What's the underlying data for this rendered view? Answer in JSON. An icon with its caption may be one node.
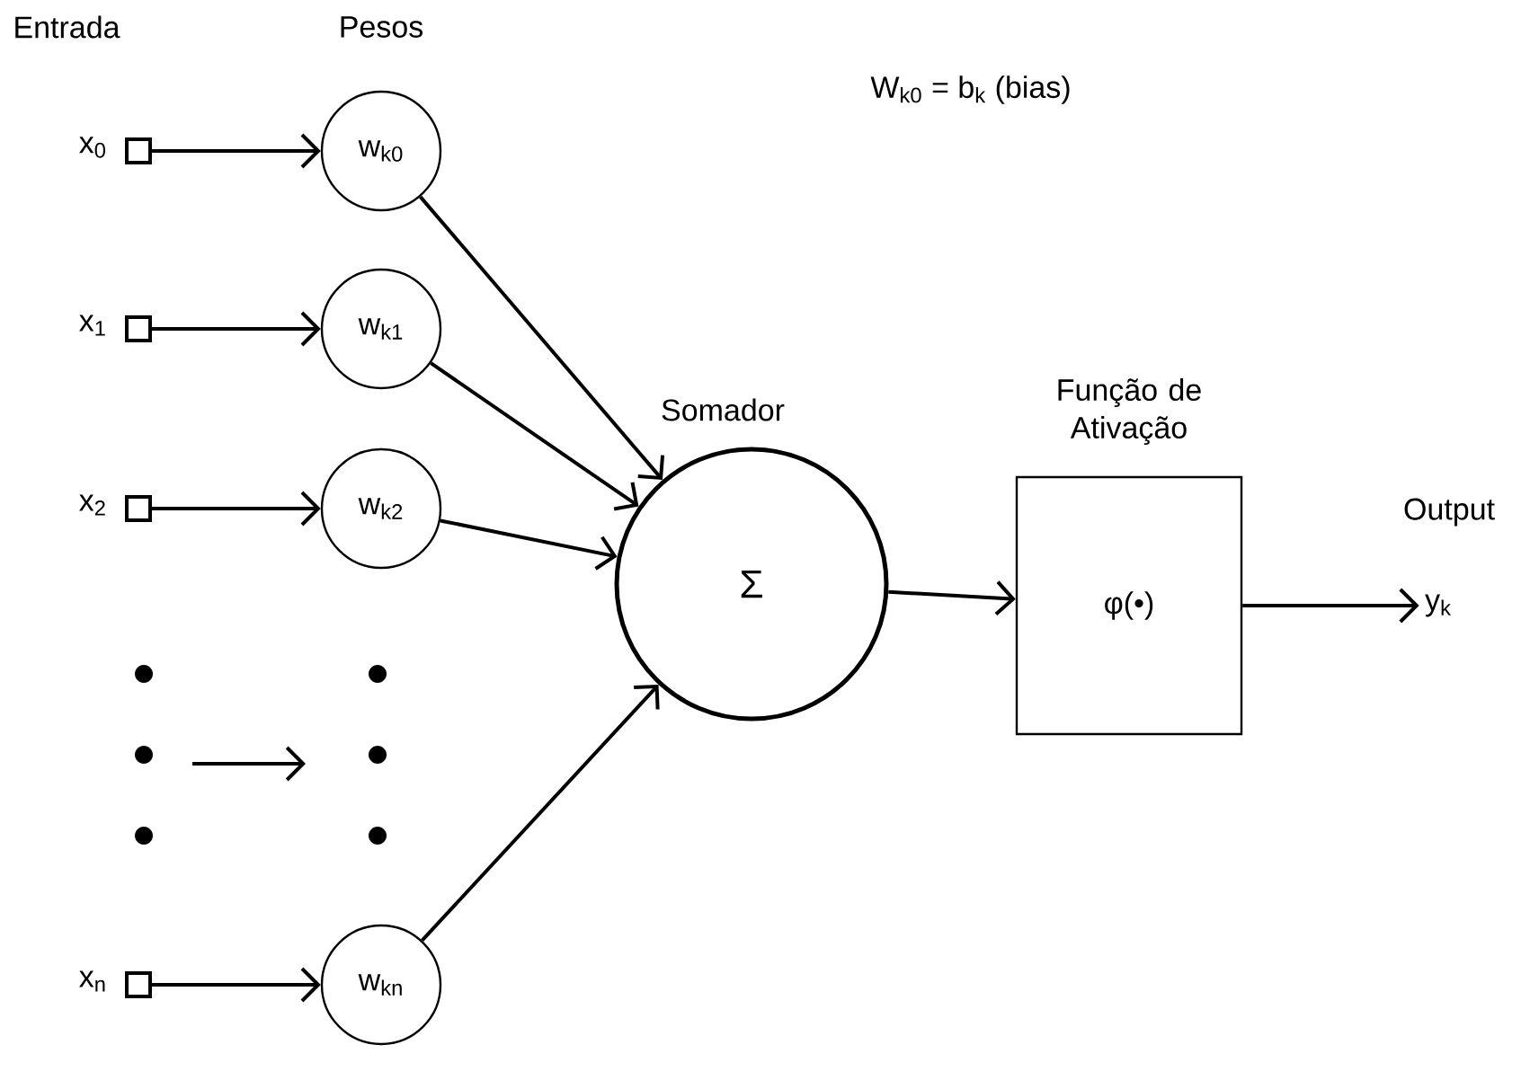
{
  "diagram": {
    "nodes": [
      {
        "text": [],
        "shape": "box",
        "beside": [
          "x$_{0}$"
        ]
      },
      {
        "text": [
          "w$_{k0}$"
        ]
      },
      {
        "text": [],
        "shape": "box",
        "beside": [
          "x$_{1}$"
        ]
      },
      {
        "text": [
          "w$_{k1}$"
        ]
      },
      {
        "text": [],
        "shape": "box",
        "beside": [
          "x$_{2}$"
        ]
      },
      {
        "text": [
          "w$_{k2}$"
        ]
      },
      {
        "text": [],
        "shape": "box",
        "beside": [
          "x$_{n}$"
        ]
      },
      {
        "text": [
          "w$_{kn}$"
        ]
      },
      {
        "text": [
          "Somador",
          "Σ"
        ]
      },
      {
        "text": [
          "Função de Ativação",
          "φ(•)"
        ]
      },
      {
        "text": [
          "Output",
          "y$_{k}$"
        ]
      }
    ],
    "edges": [
      {
        "from": 0,
        "to": 1,
        "arrow": "to"
      },
      {
        "from": 2,
        "to": 3,
        "arrow": "to"
      },
      {
        "from": 4,
        "to": 5,
        "arrow": "to"
      },
      {
        "from": 6,
        "to": 7,
        "arrow": "to"
      },
      {
        "from": 1,
        "to": 8,
        "arrow": "to"
      },
      {
        "from": 3,
        "to": 8,
        "arrow": "to"
      },
      {
        "from": 5,
        "to": 8,
        "arrow": "to"
      },
      {
        "from": 7,
        "to": 8,
        "arrow": "to"
      },
      {
        "from": 8,
        "to": 9,
        "arrow": "to"
      },
      {
        "from": 9,
        "to": 10,
        "arrow": "to"
      }
    ],
    "labels": [
      "Entrada",
      "Pesos",
      "W$_{k0}$ = b$_{k}$ (bias)"
    ]
  }
}
